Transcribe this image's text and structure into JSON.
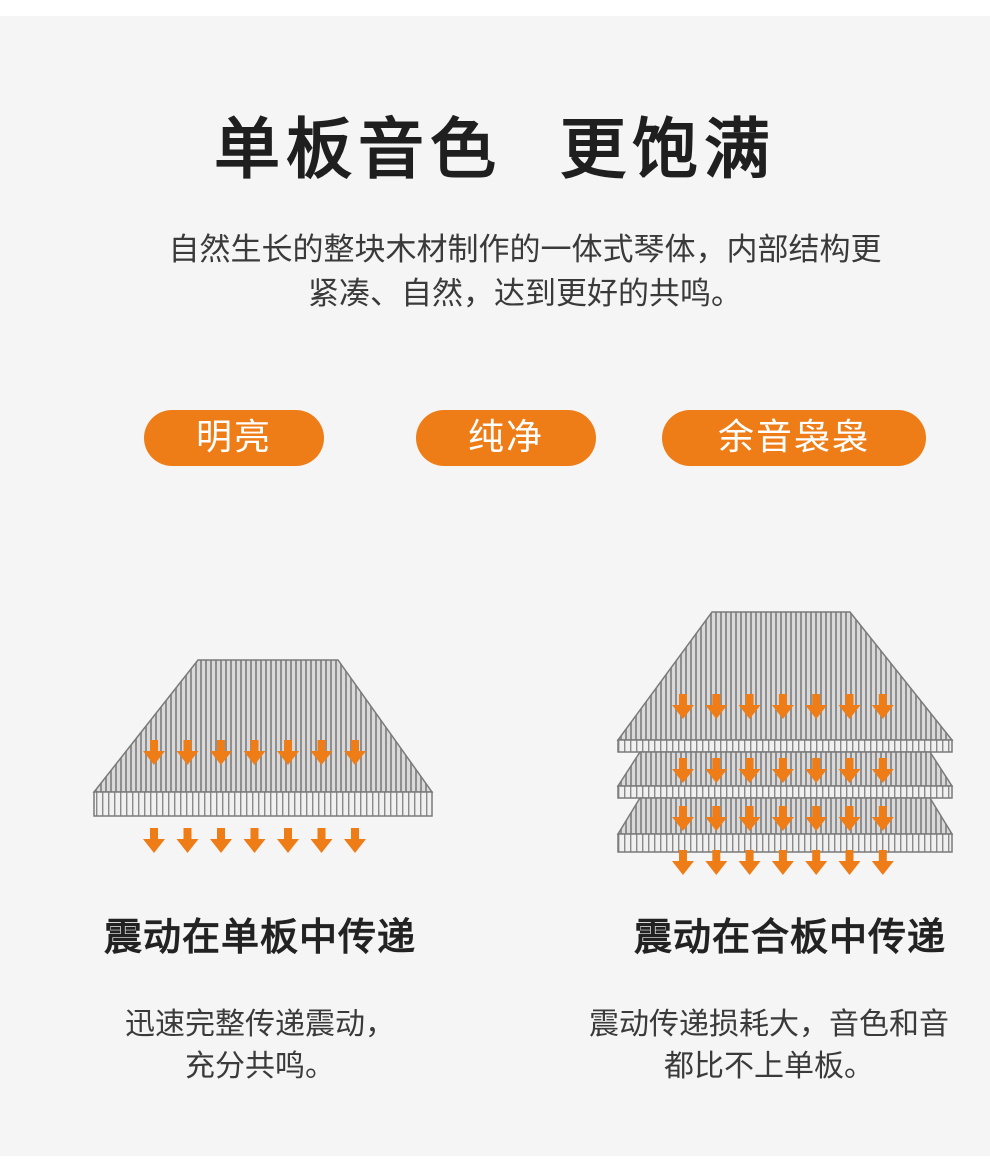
{
  "title": "单板音色  更饱满",
  "intro": {
    "line1": "自然生长的整块木材制作的一体式琴体，内部结构更",
    "line2": "紧凑、自然，达到更好的共鸣。"
  },
  "tags": [
    "明亮",
    "纯净",
    "余音袅袅"
  ],
  "left": {
    "caption": "震动在单板中传递",
    "desc_line1": "迅速完整传递震动，",
    "desc_line2": "充分共鸣。"
  },
  "right": {
    "caption": "震动在合板中传递",
    "desc_line1": "震动传递损耗大，音色和音",
    "desc_line2": "都比不上单板。"
  },
  "colors": {
    "accent": "#ee7d18",
    "background": "#f5f5f5",
    "board": "#9a9a9a"
  },
  "icons": [
    "wood-board-icon",
    "arrow-down-icon"
  ]
}
